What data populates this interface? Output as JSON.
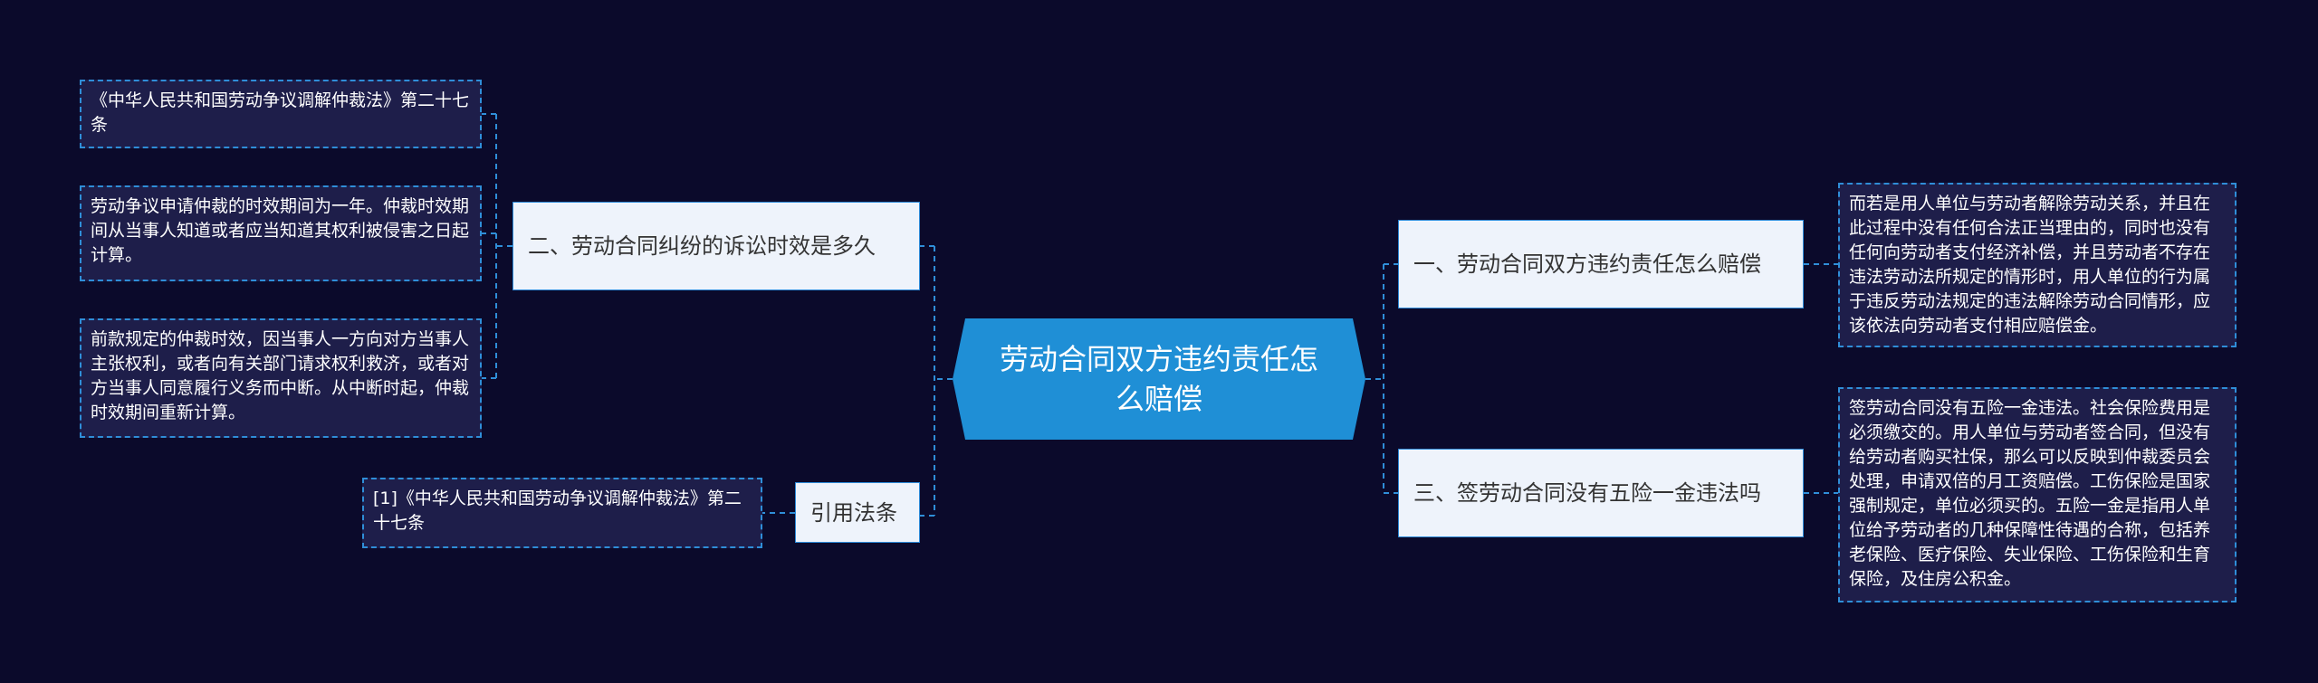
{
  "diagram": {
    "central": "劳动合同双方违约责任怎么赔偿",
    "branches": [
      {
        "title": "二、劳动合同纠纷的诉讼时效是多久",
        "leaves": [
          "《中华人民共和国劳动争议调解仲裁法》第二十七条",
          "劳动争议申请仲裁的时效期间为一年。仲裁时效期间从当事人知道或者应当知道其权利被侵害之日起计算。",
          "前款规定的仲裁时效，因当事人一方向对方当事人主张权利，或者向有关部门请求权利救济，或者对方当事人同意履行义务而中断。从中断时起，仲裁时效期间重新计算。"
        ]
      },
      {
        "title": "引用法条",
        "leaves": [
          "[1]《中华人民共和国劳动争议调解仲裁法》第二十七条"
        ]
      },
      {
        "title": "一、劳动合同双方违约责任怎么赔偿",
        "leaves": [
          "而若是用人单位与劳动者解除劳动关系，并且在此过程中没有任何合法正当理由的，同时也没有任何向劳动者支付经济补偿，并且劳动者不存在违法劳动法所规定的情形时，用人单位的行为属于违反劳动法规定的违法解除劳动合同情形，应该依法向劳动者支付相应赔偿金。"
        ]
      },
      {
        "title": "三、签劳动合同没有五险一金违法吗",
        "leaves": [
          "签劳动合同没有五险一金违法。社会保险费用是必须缴交的。用人单位与劳动者签合同，但没有给劳动者购买社保，那么可以反映到仲裁委员会处理，申请双倍的月工资赔偿。工伤保险是国家强制规定，单位必须买的。五险一金是指用人单位给予劳动者的几种保障性待遇的合称，包括养老保险、医疗保险、失业保险、工伤保险和生育保险，及住房公积金。"
        ]
      }
    ]
  },
  "colors": {
    "background": "#0b0a2b",
    "central_fill": "#1f8fd6",
    "topic_fill": "#eef3fb",
    "leaf_fill": "#1e1e4a",
    "connector": "#2f8ed8"
  }
}
